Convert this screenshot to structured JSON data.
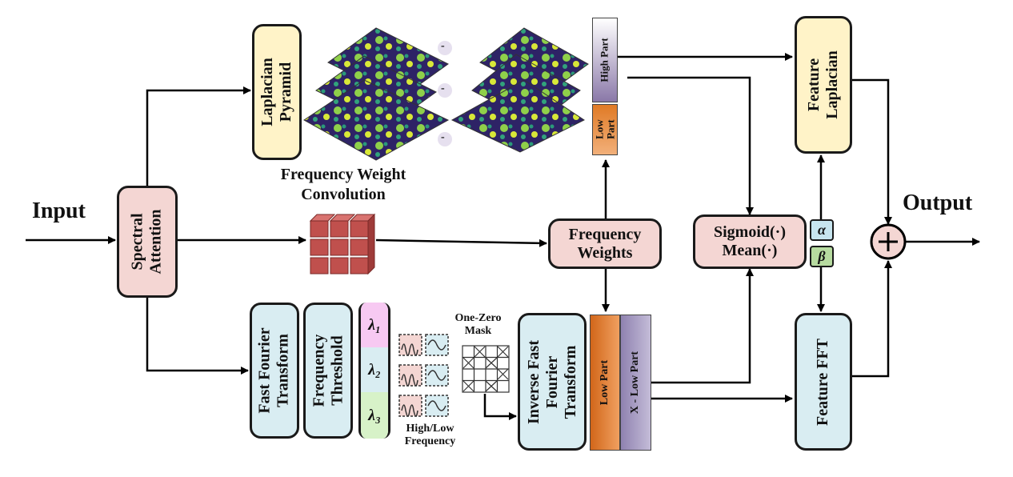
{
  "labels": {
    "input": "Input",
    "output": "Output",
    "freq_weight_conv": "Frequency Weight\nConvolution",
    "one_zero_mask": "One-Zero\nMask",
    "high_low_freq": "High/Low\nFrequency",
    "minus": "-"
  },
  "boxes": {
    "spectral_attention": "Spectral\nAttention",
    "laplacian_pyramid": "Laplacian\nPyramid",
    "frequency_weights": "Frequency\nWeights",
    "sigmoid_mean": "Sigmoid(·)\nMean(·)",
    "feature_laplacian": "Feature\nLaplacian",
    "feature_fft": "Feature FFT",
    "fast_fourier_transform": "Fast Fourier\nTransform",
    "frequency_threshold": "Frequency\nThreshold",
    "inverse_fft": "Inverse Fast\nFourier\nTransform"
  },
  "strips": {
    "high_part": "High Part",
    "low_part_top": "Low\nPart",
    "low_part": "Low Part",
    "x_low_part": "X - Low Part"
  },
  "params": {
    "alpha": "α",
    "beta": "β",
    "lambda1": "λ₁",
    "lambda2": "λ₂",
    "lambda3": "λ₃"
  },
  "colors": {
    "pink_box": "#f4d6d3",
    "cream_box": "#fff3c8",
    "blue_box": "#d9edf2",
    "high_part": "#8a78a8",
    "low_part": "#e07a25",
    "x_low_part": "#8f82b0",
    "cube": "#c0504d"
  }
}
